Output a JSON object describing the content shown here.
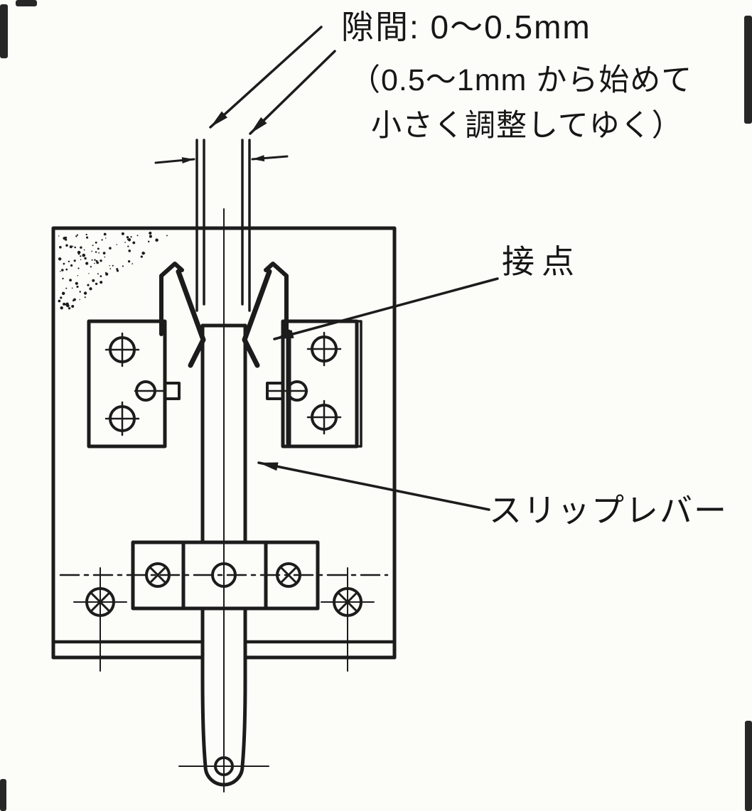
{
  "figure": {
    "type": "technical-line-drawing",
    "colors": {
      "ink": "#1c1c1c",
      "paper": "#fcfcf9"
    },
    "annotations": {
      "gap_label": "隙間: 0〜0.5mm",
      "gap_note_line1": "（0.5〜1mm から始めて",
      "gap_note_line2": "小さく調整してゆく）",
      "contact_label": "接点",
      "slip_lever_label": "スリップレバー"
    }
  }
}
